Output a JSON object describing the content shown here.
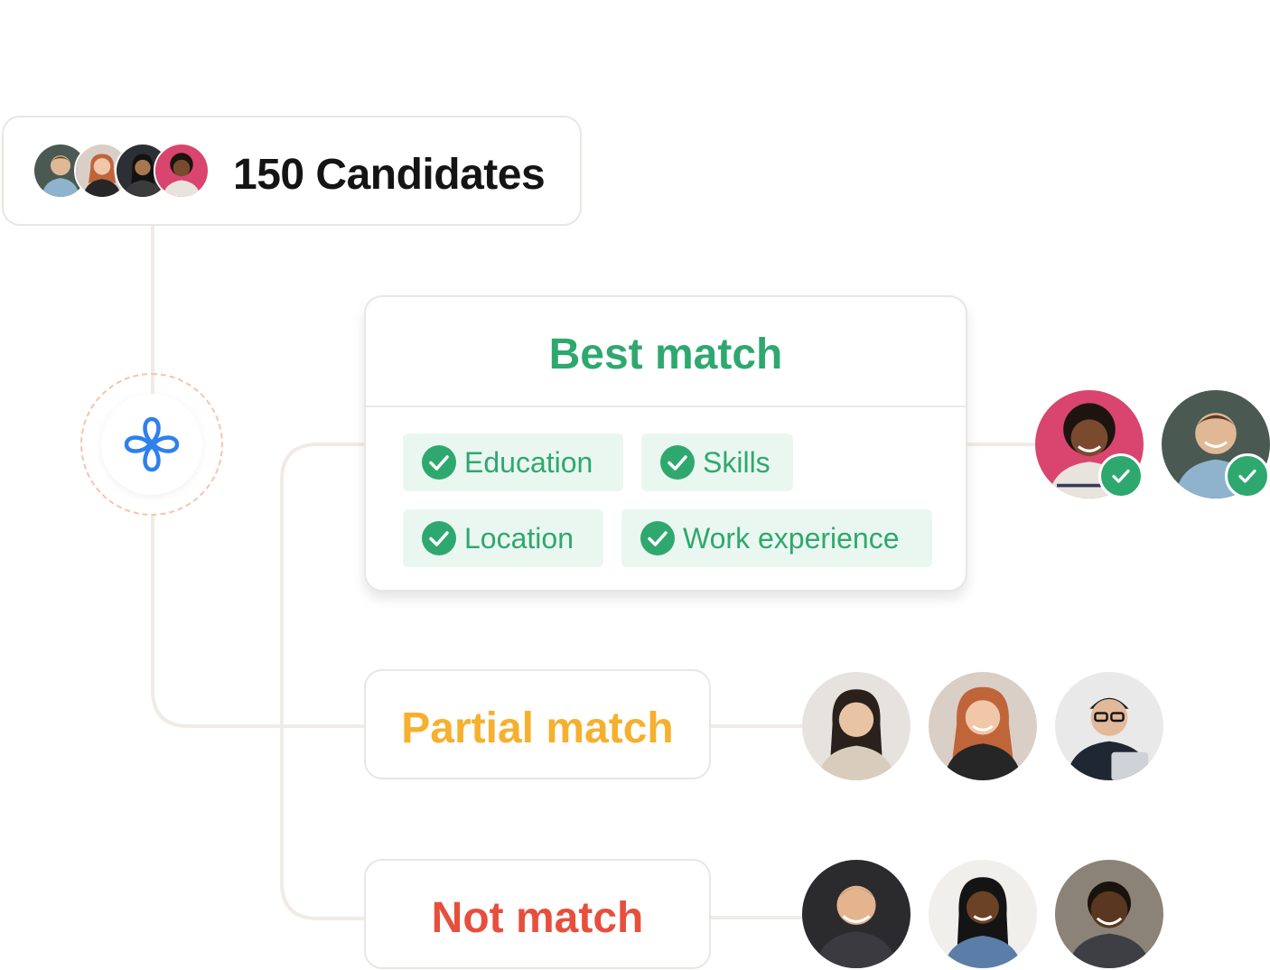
{
  "candidates": {
    "title": "150 Candidates",
    "avatar_stack": [
      "avatar-man-bearded",
      "avatar-woman-redhair",
      "avatar-woman-dark",
      "avatar-woman-pink"
    ]
  },
  "ai_node": {
    "icon": "ai-flower-icon"
  },
  "best_match": {
    "title": "Best match",
    "criteria": [
      "Education",
      "Skills",
      "Location",
      "Work experience"
    ],
    "candidates": [
      "avatar-woman-pink",
      "avatar-man-bearded"
    ]
  },
  "partial_match": {
    "title": "Partial match",
    "candidates": [
      "avatar-woman-asian",
      "avatar-woman-redhair",
      "avatar-woman-laptop"
    ]
  },
  "not_match": {
    "title": "Not match",
    "candidates": [
      "avatar-man-smiling",
      "avatar-woman-braids",
      "avatar-man-young"
    ]
  },
  "colors": {
    "best": "#2fa86f",
    "partial": "#f6b02e",
    "not_match": "#e74f3d",
    "accent_line": "#f27a2c",
    "ai_icon": "#2f80ed"
  }
}
